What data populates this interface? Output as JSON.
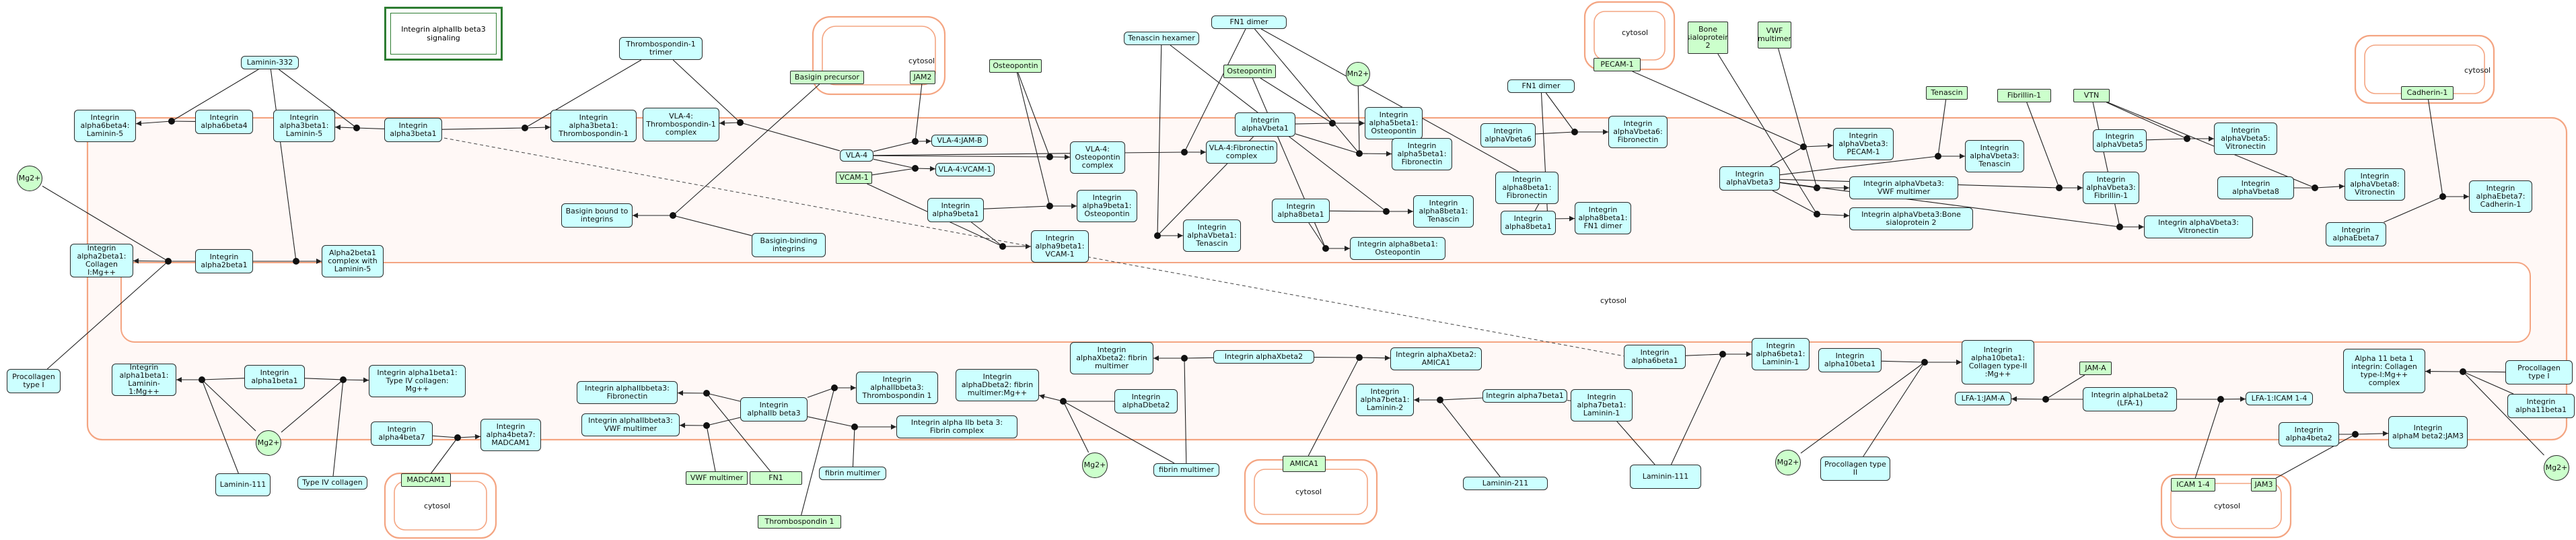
{
  "title": "Integrin alphaIIb beta3\nsignaling",
  "compartments": {
    "cytosol_label": "cytosol"
  },
  "nodes": [
    {
      "id": "laminin332",
      "label": "Laminin-332",
      "type": "complex"
    },
    {
      "id": "a6b4_lam5",
      "label": "Integrin\nalpha6beta4:\nLaminin-5",
      "type": "complex"
    },
    {
      "id": "a6b4",
      "label": "Integrin\nalpha6beta4",
      "type": "complex"
    },
    {
      "id": "a3b1_lam5",
      "label": "Integrin\nalpha3beta1:\nLaminin-5",
      "type": "complex"
    },
    {
      "id": "a3b1",
      "label": "Integrin\nalpha3beta1",
      "type": "complex"
    },
    {
      "id": "tsp1_trimer",
      "label": "Thrombospondin-1\ntrimer",
      "type": "complex"
    },
    {
      "id": "a3b1_tsp1",
      "label": "Integrin\nalpha3beta1:\nThrombospondin-1",
      "type": "complex"
    },
    {
      "id": "vla4_tsp1",
      "label": "VLA-4:\nThrombospondin-1\ncomplex",
      "type": "complex"
    },
    {
      "id": "basigin_prec",
      "label": "Basigin precursor",
      "type": "protein"
    },
    {
      "id": "jam2",
      "label": "JAM2",
      "type": "protein"
    },
    {
      "id": "vla4",
      "label": "VLA-4",
      "type": "complex"
    },
    {
      "id": "vcam1",
      "label": "VCAM-1",
      "type": "protein"
    },
    {
      "id": "vla4_jamb",
      "label": "VLA-4:JAM-B",
      "type": "complex"
    },
    {
      "id": "vla4_vcam1",
      "label": "VLA-4:VCAM-1",
      "type": "complex"
    },
    {
      "id": "osteopontin1",
      "label": "Osteopontin",
      "type": "protein"
    },
    {
      "id": "vla4_osteo",
      "label": "VLA-4:\nOsteopontin\ncomplex",
      "type": "complex"
    },
    {
      "id": "tenascin_hex",
      "label": "Tenascin hexamer",
      "type": "complex"
    },
    {
      "id": "fn1_dimer",
      "label": "FN1 dimer",
      "type": "complex"
    },
    {
      "id": "osteopontin2",
      "label": "Osteopontin",
      "type": "protein"
    },
    {
      "id": "mn2",
      "label": "Mn2+",
      "type": "small"
    },
    {
      "id": "avb1",
      "label": "Integrin\nalphaVbeta1",
      "type": "complex"
    },
    {
      "id": "a5b1_osteo",
      "label": "Integrin\nalpha5beta1:\nOsteopontin",
      "type": "complex"
    },
    {
      "id": "a5b1_fn",
      "label": "Integrin\nalpha5beta1:\nFibronectin",
      "type": "complex"
    },
    {
      "id": "vla4_fn",
      "label": "VLA-4:Fibronectin\ncomplex",
      "type": "complex"
    },
    {
      "id": "pecam1",
      "label": "PECAM-1",
      "type": "protein"
    },
    {
      "id": "bone_sialo",
      "label": "Bone\nsialoprotein\n2",
      "type": "protein"
    },
    {
      "id": "vwf_mult1",
      "label": "VWF\nmultimer",
      "type": "protein"
    },
    {
      "id": "fn1_dimer2",
      "label": "FN1 dimer",
      "type": "complex"
    },
    {
      "id": "avb6",
      "label": "Integrin\nalphaVbeta6",
      "type": "complex"
    },
    {
      "id": "avb6_fn",
      "label": "Integrin\nalphaVbeta6:\nFibronectin",
      "type": "complex"
    },
    {
      "id": "tenascin2",
      "label": "Tenascin",
      "type": "protein"
    },
    {
      "id": "fibrillin1",
      "label": "Fibrillin-1",
      "type": "protein"
    },
    {
      "id": "vtn",
      "label": "VTN",
      "type": "protein"
    },
    {
      "id": "cadherin1",
      "label": "Cadherin-1",
      "type": "protein"
    },
    {
      "id": "a8b1_fn",
      "label": "Integrin\nalpha8beta1:\nFibronectin",
      "type": "complex"
    },
    {
      "id": "a8b1",
      "label": "Integrin\nalpha8beta1",
      "type": "complex"
    },
    {
      "id": "a8b1_fn1",
      "label": "Integrin\nalpha8beta1:\nFN1 dimer",
      "type": "complex"
    },
    {
      "id": "avb3",
      "label": "Integrin\nalphaVbeta3",
      "type": "complex"
    },
    {
      "id": "avb3_pecam",
      "label": "Integrin\nalphaVbeta3:\nPECAM-1",
      "type": "complex"
    },
    {
      "id": "avb3_vwf",
      "label": "Integrin alphaVbeta3:\nVWF multimer",
      "type": "complex"
    },
    {
      "id": "avb3_bsp",
      "label": "Integrin alphaVbeta3:Bone\nsialoprotein 2",
      "type": "complex"
    },
    {
      "id": "avb3_ten",
      "label": "Integrin\nalphaVbeta3:\nTenascin",
      "type": "complex"
    },
    {
      "id": "avb3_fib",
      "label": "Integrin\nalphaVbeta3:\nFibrillin-1",
      "type": "complex"
    },
    {
      "id": "avb3_vtn",
      "label": "Integrin alphaVbeta3:\nVitronectin",
      "type": "complex"
    },
    {
      "id": "avb5",
      "label": "Integrin\nalphaVbeta5",
      "type": "complex"
    },
    {
      "id": "avb5_vtn",
      "label": "Integrin\nalphaVbeta5:\nVitronectin",
      "type": "complex"
    },
    {
      "id": "avb8",
      "label": "Integrin alphaVbeta8",
      "type": "complex"
    },
    {
      "id": "avb8_vtn",
      "label": "Integrin\nalphaVbeta8:\nVitronectin",
      "type": "complex"
    },
    {
      "id": "aeb7_cad",
      "label": "Integrin\nalphaEbeta7:\nCadherin-1",
      "type": "complex"
    },
    {
      "id": "aeb7",
      "label": "Integrin\nalphaEbeta7",
      "type": "complex"
    },
    {
      "id": "basigin_bound",
      "label": "Basigin bound to\nintegrins",
      "type": "complex"
    },
    {
      "id": "basigin_bind",
      "label": "Basigin-binding\nintegrins",
      "type": "complex"
    },
    {
      "id": "mg1",
      "label": "Mg2+",
      "type": "small"
    },
    {
      "id": "a2b1_col",
      "label": "Integrin\nalpha2beta1:\nCollagen I:Mg++",
      "type": "complex"
    },
    {
      "id": "a2b1",
      "label": "Integrin\nalpha2beta1",
      "type": "complex"
    },
    {
      "id": "a2b1_lam5",
      "label": "Alpha2beta1\ncomplex with\nLaminin-5",
      "type": "complex"
    },
    {
      "id": "a9b1",
      "label": "Integrin\nalpha9beta1",
      "type": "complex"
    },
    {
      "id": "a9b1_osteo",
      "label": "Integrin\nalpha9beta1:\nOsteopontin",
      "type": "complex"
    },
    {
      "id": "a9b1_vcam",
      "label": "Integrin\nalpha9beta1:\nVCAM-1",
      "type": "complex"
    },
    {
      "id": "avb1_ten",
      "label": "Integrin\nalphaVbeta1:\nTenascin",
      "type": "complex"
    },
    {
      "id": "a8b1b",
      "label": "Integrin\nalpha8beta1",
      "type": "complex"
    },
    {
      "id": "a8b1_ten",
      "label": "Integrin\nalpha8beta1:\nTenascin",
      "type": "complex"
    },
    {
      "id": "a8b1_osteo",
      "label": "Integrin alpha8beta1:\nOsteopontin",
      "type": "complex"
    },
    {
      "id": "procol1",
      "label": "Procollagen\ntype I",
      "type": "complex"
    },
    {
      "id": "a1b1_lam",
      "label": "Integrin\nalpha1beta1:\nLaminin-1:Mg++",
      "type": "complex"
    },
    {
      "id": "a1b1",
      "label": "Integrin\nalpha1beta1",
      "type": "complex"
    },
    {
      "id": "a1b1_col4",
      "label": "Integrin alpha1beta1:\nType IV collagen:\nMg++",
      "type": "complex"
    },
    {
      "id": "mg2",
      "label": "Mg2+",
      "type": "small"
    },
    {
      "id": "laminin111a",
      "label": "Laminin-111",
      "type": "complex"
    },
    {
      "id": "col4",
      "label": "Type IV collagen",
      "type": "complex"
    },
    {
      "id": "a4b7",
      "label": "Integrin\nalpha4beta7",
      "type": "complex"
    },
    {
      "id": "a4b7_mad",
      "label": "Integrin\nalpha4beta7:\nMADCAM1",
      "type": "complex"
    },
    {
      "id": "madcam1",
      "label": "MADCAM1",
      "type": "protein"
    },
    {
      "id": "aIIbb3_fn",
      "label": "Integrin alphaIIbbeta3:\nFibronectin",
      "type": "complex"
    },
    {
      "id": "aIIbb3_vwf",
      "label": "Integrin alphaIIbbeta3:\nVWF multimer",
      "type": "complex"
    },
    {
      "id": "aIIbb3",
      "label": "Integrin\nalphaIIb beta3",
      "type": "complex"
    },
    {
      "id": "vwf_mult2",
      "label": "VWF multimer",
      "type": "protein"
    },
    {
      "id": "fn1",
      "label": "FN1",
      "type": "protein"
    },
    {
      "id": "aIIbb3_tsp",
      "label": "Integrin\nalphaIIbbeta3:\nThrombospondin 1",
      "type": "complex"
    },
    {
      "id": "aIIbb3_fibclot",
      "label": "Integrin alpha IIb beta 3:\nFibrin complex",
      "type": "complex"
    },
    {
      "id": "fibrin_mult1",
      "label": "fibrin multimer",
      "type": "complex"
    },
    {
      "id": "tsp1",
      "label": "Thrombospondin 1",
      "type": "protein"
    },
    {
      "id": "axb2_fib",
      "label": "Integrin\nalphaXbeta2: fibrin\nmultimer",
      "type": "complex"
    },
    {
      "id": "adb2_fib",
      "label": "Integrin\nalphaDbeta2: fibrin\nmultimer:Mg++",
      "type": "complex"
    },
    {
      "id": "adb2",
      "label": "Integrin\nalphaDbeta2",
      "type": "complex"
    },
    {
      "id": "mg3",
      "label": "Mg2+",
      "type": "small"
    },
    {
      "id": "fibrin_mult2",
      "label": "fibrin multimer",
      "type": "complex"
    },
    {
      "id": "axb2",
      "label": "Integrin alphaXbeta2",
      "type": "complex"
    },
    {
      "id": "axb2_amica",
      "label": "Integrin alphaXbeta2:\nAMICA1",
      "type": "complex"
    },
    {
      "id": "amica1",
      "label": "AMICA1",
      "type": "protein"
    },
    {
      "id": "a7b1_lam2",
      "label": "Integrin\nalpha7beta1:\nLaminin-2",
      "type": "complex"
    },
    {
      "id": "a7b1",
      "label": "Integrin alpha7beta1",
      "type": "complex"
    },
    {
      "id": "a7b1_lam1",
      "label": "Integrin\nalpha7beta1:\nLaminin-1",
      "type": "complex"
    },
    {
      "id": "laminin211",
      "label": "Laminin-211",
      "type": "complex"
    },
    {
      "id": "laminin111b",
      "label": "Laminin-111",
      "type": "complex"
    },
    {
      "id": "a6b1",
      "label": "Integrin\nalpha6beta1",
      "type": "complex"
    },
    {
      "id": "a6b1_lam1",
      "label": "Integrin\nalpha6beta1:\nLaminin-1",
      "type": "complex"
    },
    {
      "id": "a10b1",
      "label": "Integrin\nalpha10beta1",
      "type": "complex"
    },
    {
      "id": "a10b1_col",
      "label": "Integrin\nalpha10beta1:\nCollagen type-II\n:Mg++",
      "type": "complex"
    },
    {
      "id": "jama",
      "label": "JAM-A",
      "type": "protein"
    },
    {
      "id": "lfa1_jama",
      "label": "LFA-1:JAM-A",
      "type": "complex"
    },
    {
      "id": "alb2",
      "label": "Integrin alphaLbeta2\n(LFA-1)",
      "type": "complex"
    },
    {
      "id": "lfa1_icam",
      "label": "LFA-1:ICAM 1-4",
      "type": "complex"
    },
    {
      "id": "mg4",
      "label": "Mg2+",
      "type": "small"
    },
    {
      "id": "procol2",
      "label": "Procollagen type\nII",
      "type": "complex"
    },
    {
      "id": "icam14",
      "label": "ICAM 1-4",
      "type": "protein"
    },
    {
      "id": "jam3",
      "label": "JAM3",
      "type": "protein"
    },
    {
      "id": "a4b2",
      "label": "Integrin\nalpha4beta2",
      "type": "complex"
    },
    {
      "id": "amb2_jam3",
      "label": "Integrin\nalphaM beta2:JAM3",
      "type": "complex"
    },
    {
      "id": "a11b1_col",
      "label": "Alpha 11 beta 1\nintegrin: Collagen\ntype-I:Mg++\ncomplex",
      "type": "complex"
    },
    {
      "id": "procol3",
      "label": "Procollagen\ntype I",
      "type": "complex"
    },
    {
      "id": "a11b1",
      "label": "Integrin\nalpha11beta1",
      "type": "complex"
    },
    {
      "id": "mg5",
      "label": "Mg2+",
      "type": "small"
    }
  ]
}
